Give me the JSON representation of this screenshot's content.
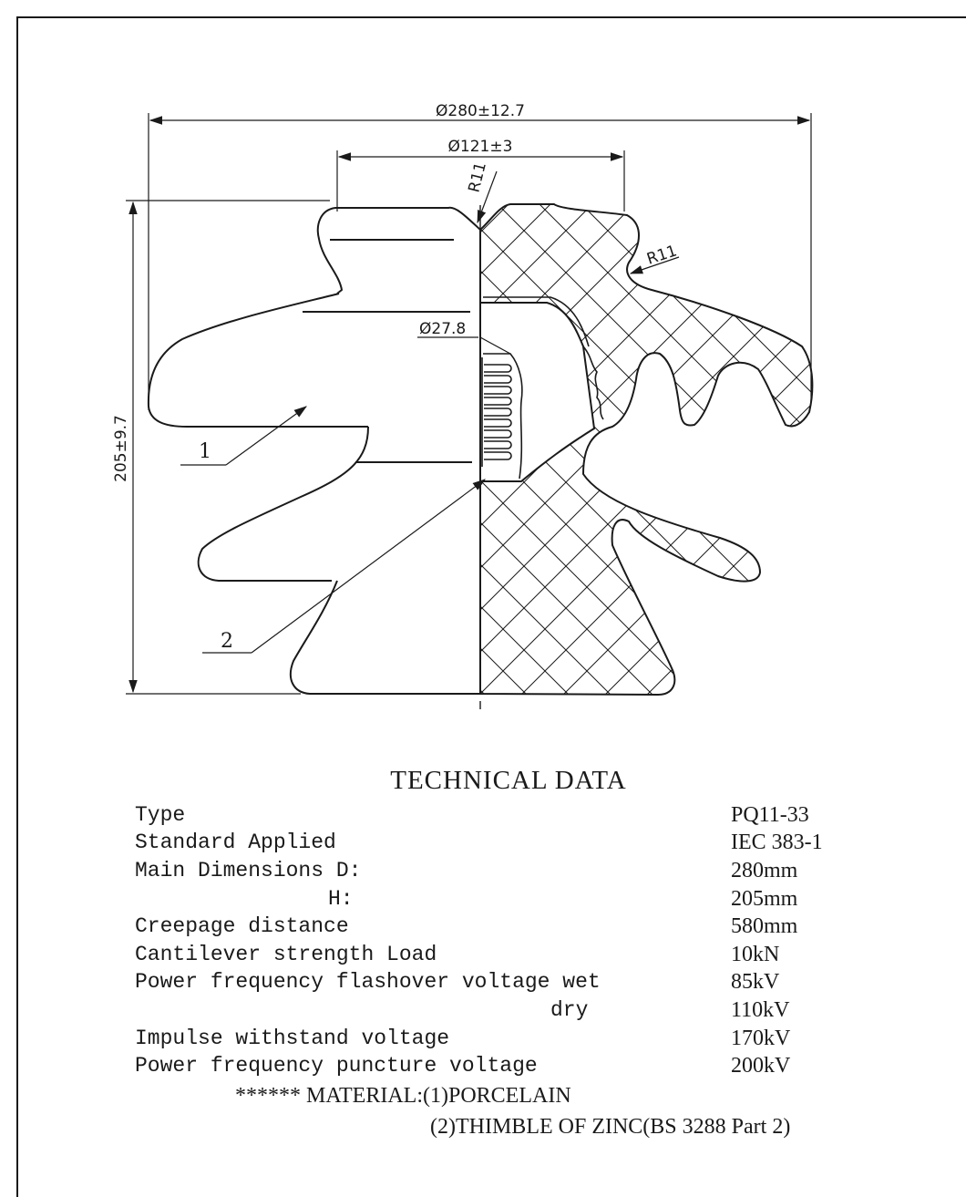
{
  "drawing": {
    "dim_outer": "Ø280±12.7",
    "dim_top": "Ø121±3",
    "dim_bore": "Ø27.8",
    "dim_height": "205±9.7",
    "radius_top": "R11",
    "radius_side": "R11",
    "callout_1": "1",
    "callout_2": "2"
  },
  "technical": {
    "title": "TECHNICAL DATA",
    "rows": [
      {
        "label": "Type",
        "value": "PQ11-33"
      },
      {
        "label": "Standard Applied",
        "value": "IEC 383-1"
      },
      {
        "label": "Main Dimensions D:",
        "value": "280mm"
      },
      {
        "label": "H:",
        "value": "205mm"
      },
      {
        "label": "Creepage distance",
        "value": "580mm"
      },
      {
        "label": "Cantilever strength Load",
        "value": "10kN"
      },
      {
        "label": "Power frequency flashover voltage wet",
        "value": "85kV"
      },
      {
        "label": "dry",
        "value": "110kV"
      },
      {
        "label": "Impulse withstand voltage",
        "value": "170kV"
      },
      {
        "label": "Power frequency puncture voltage",
        "value": "200kV"
      }
    ],
    "material_1": "****** MATERIAL:(1)PORCELAIN",
    "material_2": "(2)THIMBLE OF ZINC(BS 3288 Part 2)"
  }
}
